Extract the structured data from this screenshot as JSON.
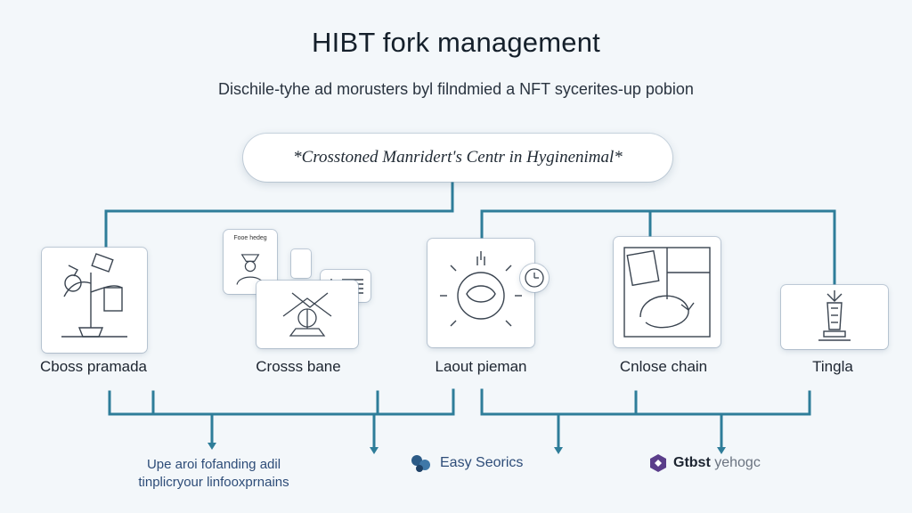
{
  "header": {
    "title": "HIBT fork management",
    "subtitle": "Dischile-tyhe ad morusters byl filndmied a NFT sycerites-up pobion"
  },
  "center_node": {
    "label": "*Crosstoned Manridert's Centr in Hyginenimal*"
  },
  "nodes": [
    {
      "label": "Cboss pramada",
      "icon": "lab-apparatus-icon"
    },
    {
      "label": "Crosss bane",
      "icon": "document-stack-icon"
    },
    {
      "label": "Laout pieman",
      "icon": "radiant-emblem-icon"
    },
    {
      "label": "Cnlose chain",
      "icon": "circular-arrow-icon"
    },
    {
      "label": "Tingla",
      "icon": "tower-icon"
    }
  ],
  "small_card": {
    "label": "Fooe hedeg"
  },
  "footer": {
    "left_text_line1": "Upe aroi fofanding adil",
    "left_text_line2": "tinplicryour linfooxprnains",
    "logo1_label": "Easy Seorics",
    "logo2_label_bold": "Gtbst",
    "logo2_label_rest": " yehogc"
  },
  "colors": {
    "connector": "#2e7d99",
    "accent": "#2d4c78",
    "logo1": "#2b5a86",
    "logo2": "#5a3d8a"
  }
}
